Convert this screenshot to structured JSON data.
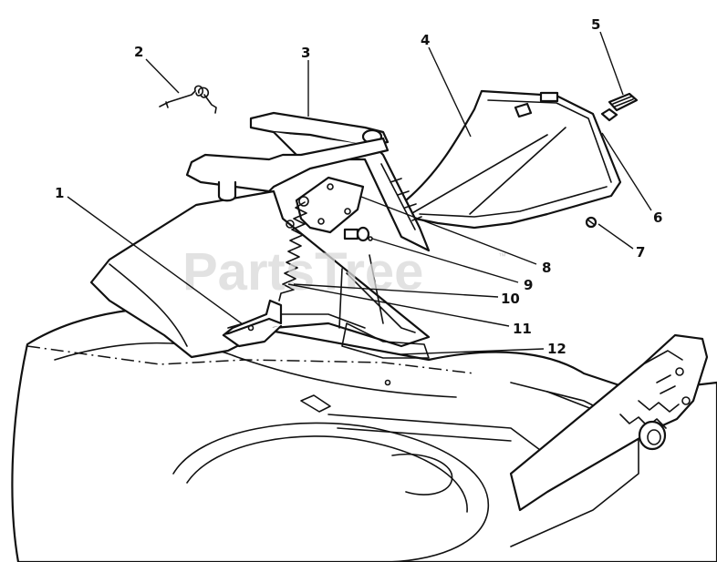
{
  "watermark": {
    "text": "PartsTree",
    "trademark": "™"
  },
  "callouts": [
    {
      "id": "1",
      "label": "1"
    },
    {
      "id": "2",
      "label": "2"
    },
    {
      "id": "3",
      "label": "3"
    },
    {
      "id": "4",
      "label": "4"
    },
    {
      "id": "5",
      "label": "5"
    },
    {
      "id": "6",
      "label": "6"
    },
    {
      "id": "7",
      "label": "7"
    },
    {
      "id": "8",
      "label": "8"
    },
    {
      "id": "9",
      "label": "9"
    },
    {
      "id": "10",
      "label": "10"
    },
    {
      "id": "11",
      "label": "11"
    },
    {
      "id": "12",
      "label": "12"
    }
  ]
}
